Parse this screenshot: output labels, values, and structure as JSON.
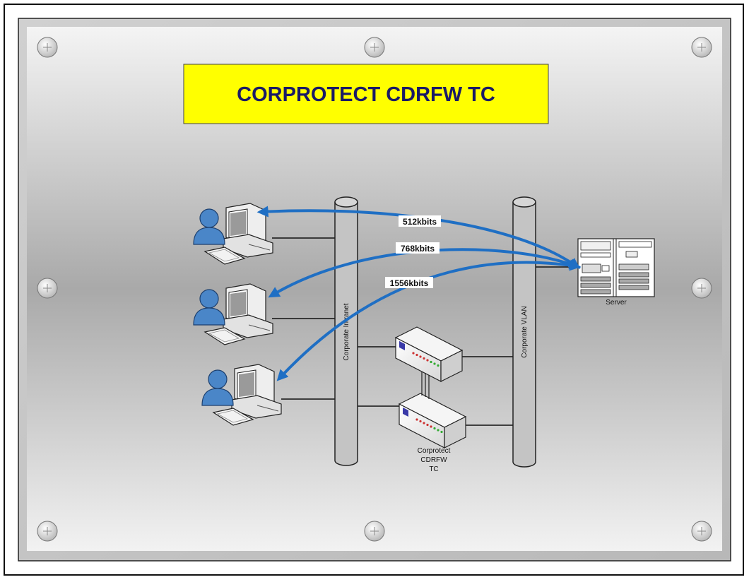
{
  "title": "CORPROTECT CDRFW TC",
  "pipes": {
    "left_label": "Corporate Intranet",
    "right_label": "Corporate VLAN"
  },
  "server_label": "Server",
  "device_label_lines": [
    "Corprotect",
    "CDRFW",
    "TC"
  ],
  "flows": [
    {
      "label": "512kbits"
    },
    {
      "label": "768kbits"
    },
    {
      "label": "1556kbits"
    }
  ],
  "colors": {
    "title_bg": "#ffff00",
    "title_text": "#1a1a66",
    "flow_arrow": "#1f6fc4",
    "user_icon": "#4a86c8"
  }
}
